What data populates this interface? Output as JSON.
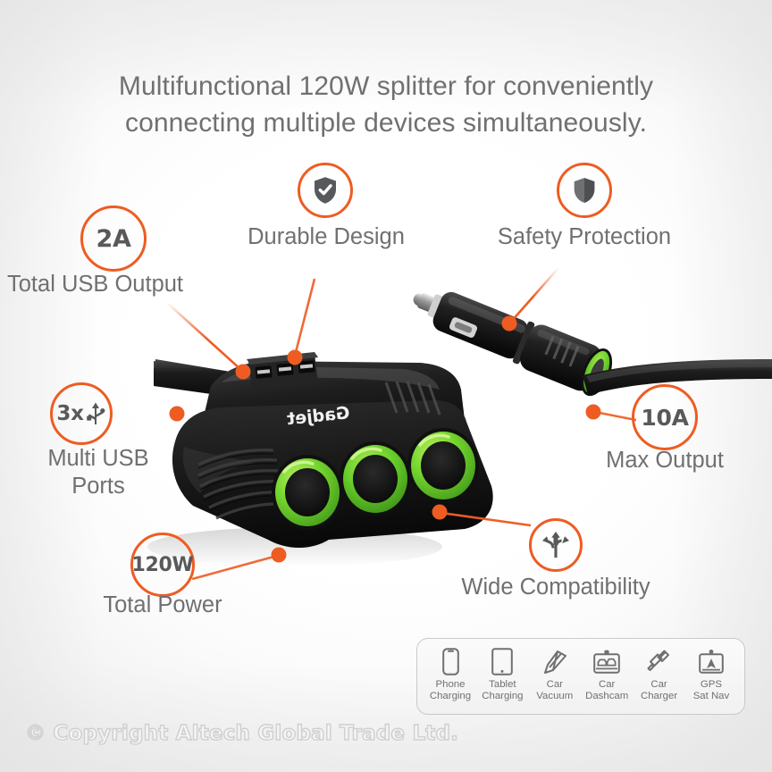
{
  "headline": {
    "line1": "Multifunctional 120W splitter for conveniently",
    "line2": "connecting multiple devices simultaneously."
  },
  "colors": {
    "accent_orange": "#ee5c22",
    "text_gray": "#6f7072",
    "badge_text": "#58595b",
    "socket_green": "#5cc630",
    "product_black": "#1c1c1c"
  },
  "callouts": [
    {
      "id": "total-usb-output",
      "badge_kind": "text",
      "badge_text": "2A",
      "label": "Total USB Output",
      "icon": "none"
    },
    {
      "id": "durable-design",
      "badge_kind": "icon",
      "badge_text": "",
      "label": "Durable Design",
      "icon": "shield-check-icon"
    },
    {
      "id": "safety-protection",
      "badge_kind": "icon",
      "badge_text": "",
      "label": "Safety Protection",
      "icon": "shield-icon"
    },
    {
      "id": "multi-usb-ports",
      "badge_kind": "usb",
      "badge_text": "3x",
      "label": "Multi USB\nPorts",
      "label_line1": "Multi USB",
      "label_line2": "Ports",
      "icon": "usb-icon"
    },
    {
      "id": "max-output",
      "badge_kind": "text",
      "badge_text": "10A",
      "label": "Max Output",
      "icon": "none"
    },
    {
      "id": "total-power",
      "badge_kind": "text",
      "badge_text": "120W",
      "label": "Total Power",
      "icon": "none"
    },
    {
      "id": "wide-compatibility",
      "badge_kind": "icon",
      "badge_text": "",
      "label": "Wide Compatibility",
      "icon": "branching-arrows-icon"
    }
  ],
  "product": {
    "brand_text": "Gadjet",
    "socket_count": 3,
    "usb_port_count": 3
  },
  "compatibility": {
    "items": [
      {
        "icon": "phone-icon",
        "line1": "Phone",
        "line2": "Charging"
      },
      {
        "icon": "tablet-icon",
        "line1": "Tablet",
        "line2": "Charging"
      },
      {
        "icon": "vacuum-icon",
        "line1": "Car",
        "line2": "Vacuum"
      },
      {
        "icon": "dashcam-icon",
        "line1": "Car",
        "line2": "Dashcam"
      },
      {
        "icon": "charger-icon",
        "line1": "Car",
        "line2": "Charger"
      },
      {
        "icon": "gps-icon",
        "line1": "GPS",
        "line2": "Sat Nav"
      }
    ]
  },
  "footer": {
    "copyright": "© Copyright Altech Global Trade Ltd."
  }
}
